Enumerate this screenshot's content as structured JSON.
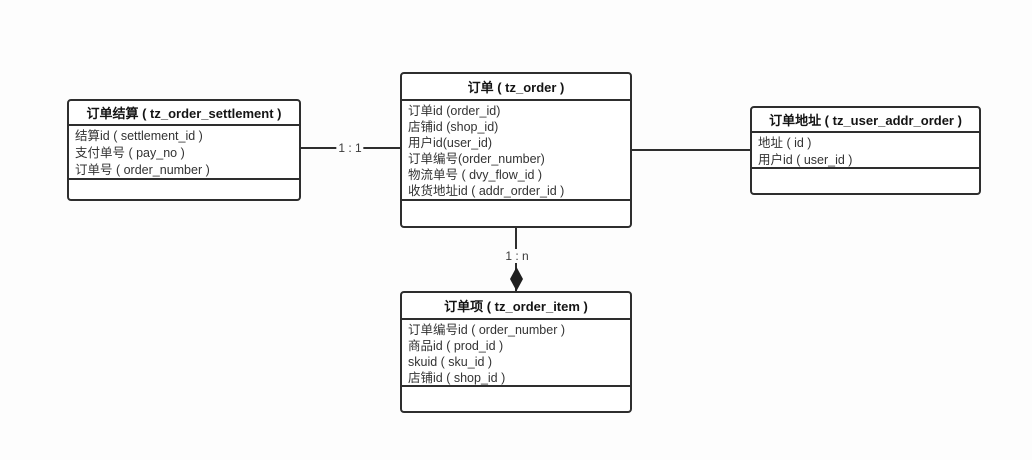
{
  "diagram": {
    "background_color": "#fdfdfd",
    "line_color": "#2e2e2e",
    "box_fill_color": "#ffffff",
    "text_color": "#333333"
  },
  "entities": {
    "settlement": {
      "title": "订单结算 ( tz_order_settlement )",
      "fields": [
        "结算id ( settlement_id )",
        "支付单号 ( pay_no )",
        "订单号 ( order_number )"
      ]
    },
    "order": {
      "title": "订单 ( tz_order )",
      "fields": [
        "订单id (order_id)",
        "店铺id (shop_id)",
        "用户id(user_id)",
        "订单编号(order_number)",
        "物流单号 ( dvy_flow_id )",
        "收货地址id ( addr_order_id )"
      ]
    },
    "address": {
      "title": "订单地址 ( tz_user_addr_order )",
      "fields": [
        "地址 ( id )",
        "用户id ( user_id )"
      ]
    },
    "order_item": {
      "title": "订单项 ( tz_order_item )",
      "fields": [
        "订单编号id ( order_number )",
        "商品id ( prod_id )",
        "skuid ( sku_id )",
        "店铺id ( shop_id )"
      ]
    }
  },
  "connectors": {
    "settlement_order": {
      "label": "1 : 1"
    },
    "order_item": {
      "label": "1 : n",
      "end_marker": "filled-diamond"
    }
  }
}
